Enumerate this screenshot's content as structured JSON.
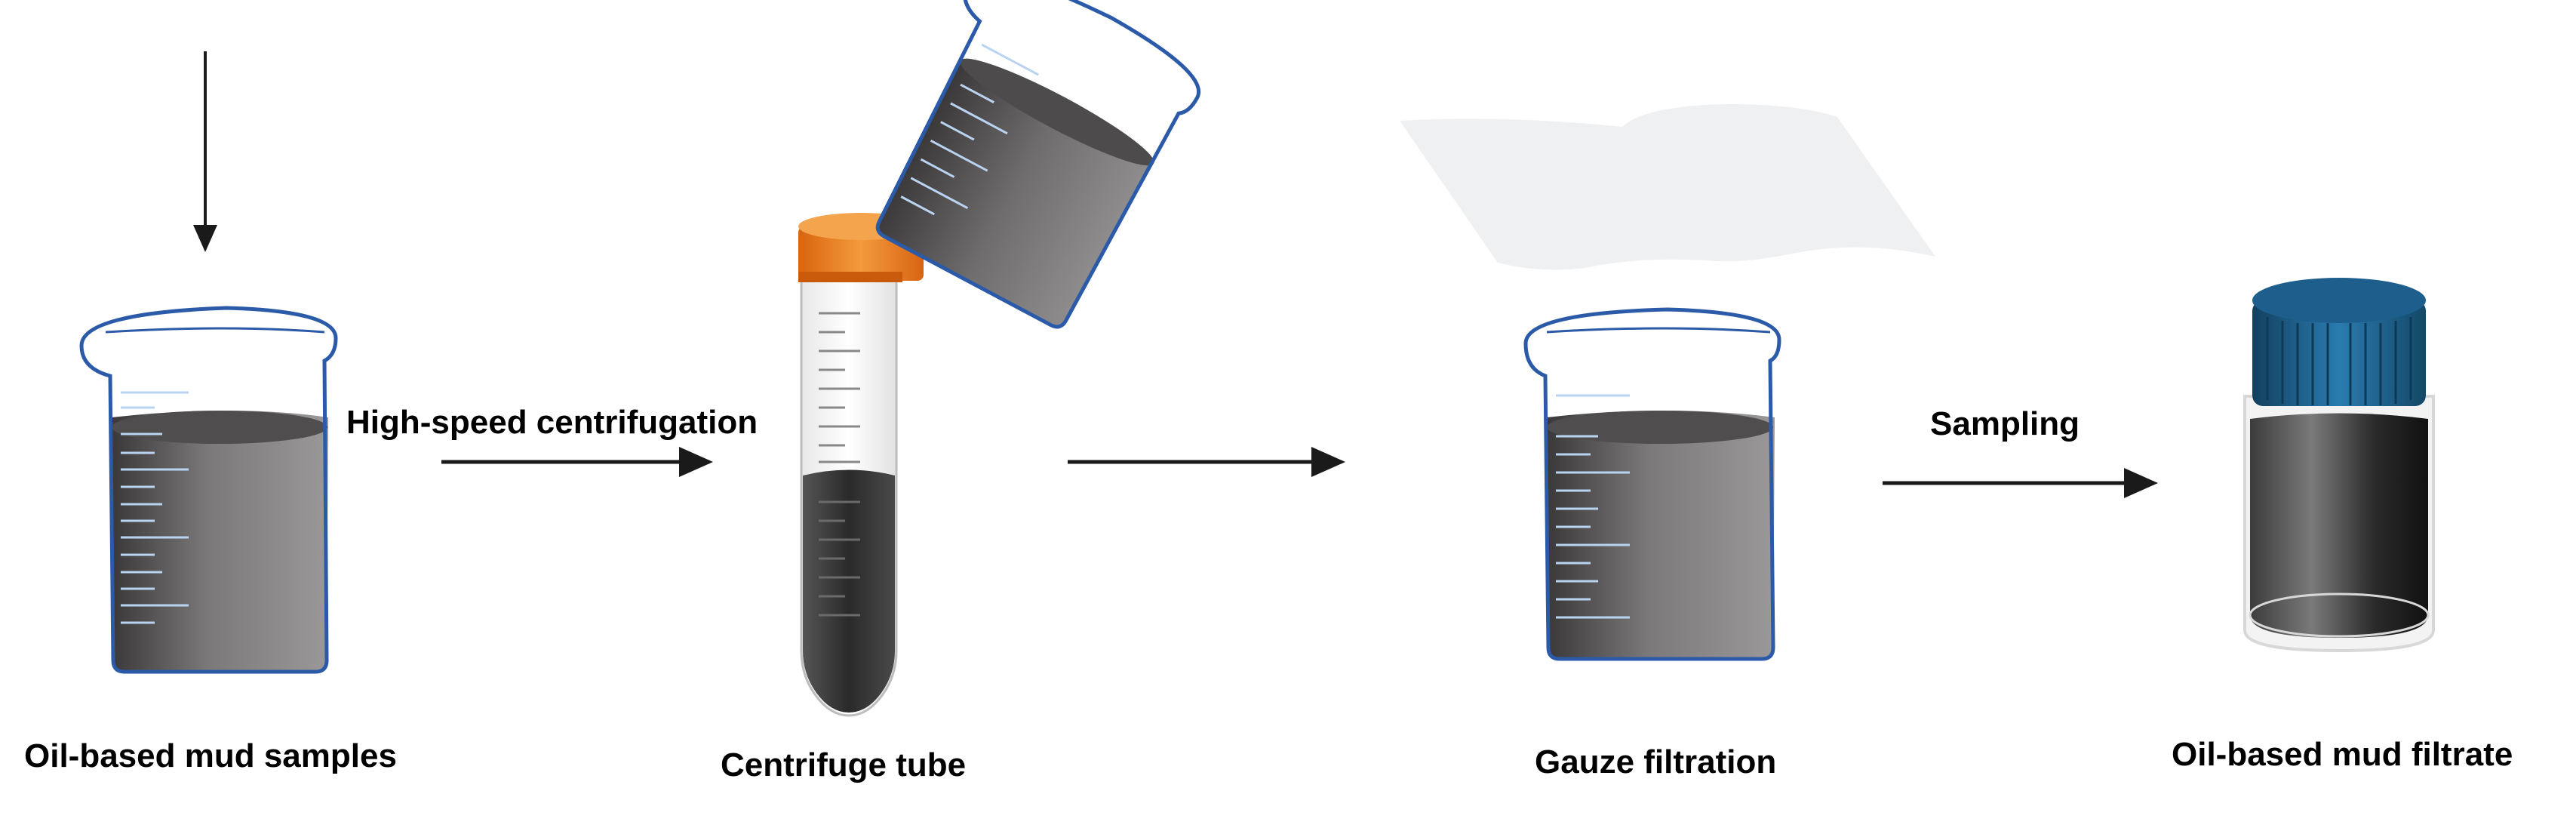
{
  "steps": {
    "samples_label": "Oil-based mud samples",
    "centrifugation_label": "High-speed centrifugation",
    "tube_label": "Centrifuge tube",
    "gauze_label": "Gauze filtration",
    "sampling_label": "Sampling",
    "filtrate_label": "Oil-based mud filtrate"
  },
  "colors": {
    "beaker_outline": "#2b5aa8",
    "liquid_dark": "#3c3a3a",
    "liquid_light": "#8a8888",
    "tube_cap": "#f07a1a",
    "vial_cap": "#1f5f8f",
    "gauze": "#eff0f2",
    "arrow": "#1a1a1a",
    "graduation": "#b9d3f0"
  },
  "icons": [
    "beaker-icon",
    "centrifuge-tube-icon",
    "tilted-beaker-icon",
    "gauze-sheet-icon",
    "filtrate-vial-icon"
  ]
}
